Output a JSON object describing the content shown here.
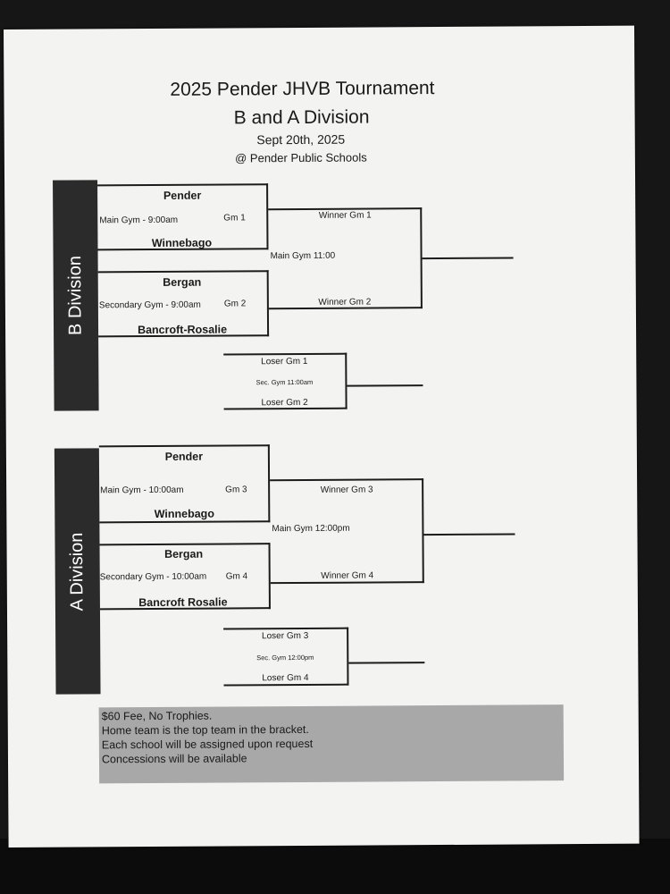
{
  "header": {
    "title": "2025 Pender JHVB Tournament",
    "subtitle": "B and A Division",
    "date": "Sept 20th, 2025",
    "location": "@ Pender Public Schools"
  },
  "b_division": {
    "label": "B Division",
    "game1": {
      "top_team": "Pender",
      "bottom_team": "Winnebago",
      "venue": "Main Gym - 9:00am",
      "game": "Gm 1"
    },
    "game2": {
      "top_team": "Bergan",
      "bottom_team": "Bancroft-Rosalie",
      "venue": "Secondary Gym - 9:00am",
      "game": "Gm 2"
    },
    "final": {
      "top": "Winner Gm 1",
      "bottom": "Winner Gm 2",
      "venue": "Main Gym  11:00"
    },
    "consolation": {
      "top": "Loser Gm 1",
      "bottom": "Loser Gm 2",
      "venue": "Sec. Gym  11:00am"
    }
  },
  "a_division": {
    "label": "A Division",
    "game3": {
      "top_team": "Pender",
      "bottom_team": "Winnebago",
      "venue": "Main Gym - 10:00am",
      "game": "Gm 3"
    },
    "game4": {
      "top_team": "Bergan",
      "bottom_team": "Bancroft Rosalie",
      "venue": "Secondary Gym - 10:00am",
      "game": "Gm 4"
    },
    "final": {
      "top": "Winner Gm 3",
      "bottom": "Winner Gm 4",
      "venue": "Main Gym  12:00pm"
    },
    "consolation": {
      "top": "Loser Gm 3",
      "bottom": "Loser Gm 4",
      "venue": "Sec. Gym  12:00pm"
    }
  },
  "notes": [
    "$60 Fee, No Trophies.",
    "Home team is the top team in the bracket.",
    "Each school will be assigned upon request",
    "Concessions will be available"
  ]
}
